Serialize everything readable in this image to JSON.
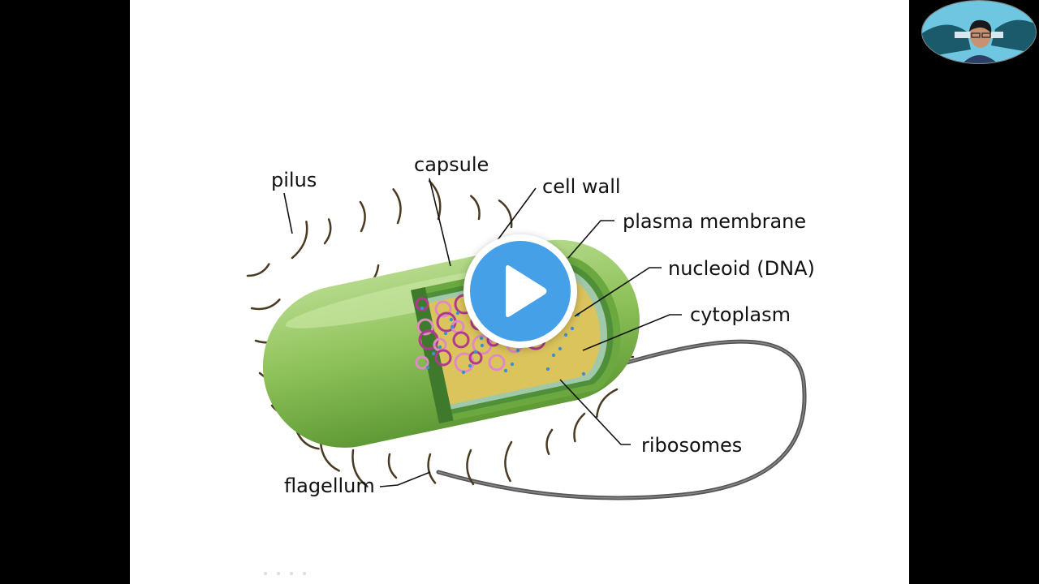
{
  "diagram": {
    "labels": {
      "pilus": "pilus",
      "capsule": "capsule",
      "cell_wall": "cell wall",
      "plasma_membrane": "plasma membrane",
      "nucleoid": "nucleoid (DNA)",
      "cytoplasm": "cytoplasm",
      "ribosomes": "ribosomes",
      "flagellum": "flagellum"
    }
  },
  "colors": {
    "capsule_green": "#8fc25a",
    "capsule_dark": "#5f9a36",
    "cytoplasm_yellow": "#dcc45c",
    "dna_pink": "#c84fa6",
    "ribosome_blue": "#3f8fd0",
    "play_button": "#46a0e8"
  },
  "icons": {
    "play": "play-icon",
    "webcam": "webcam-person-icon",
    "cursor": "cursor-icon"
  }
}
